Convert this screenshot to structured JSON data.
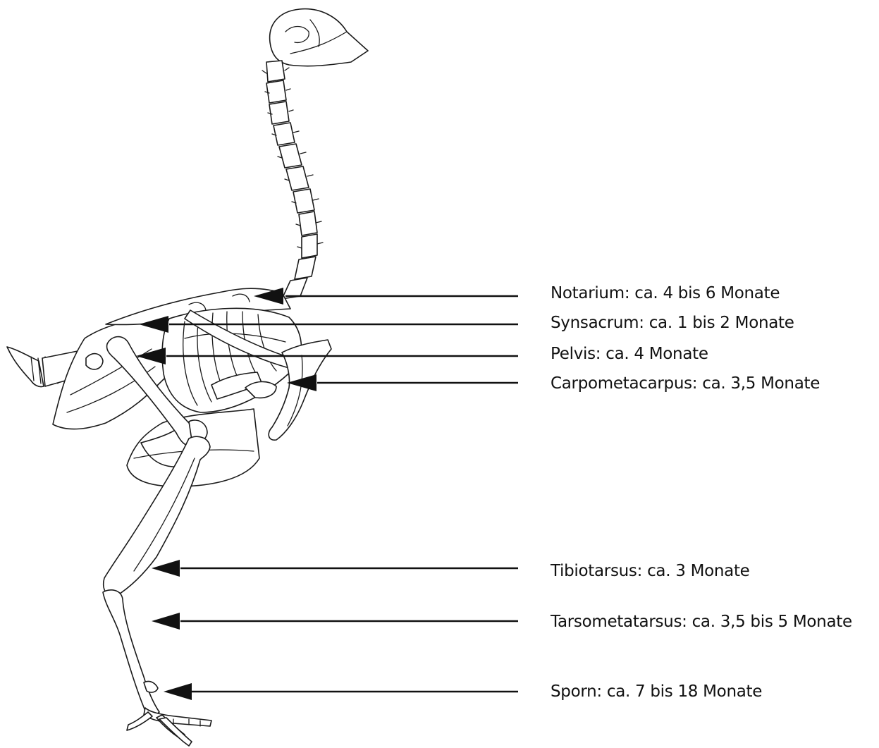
{
  "diagram": {
    "labels": [
      {
        "id": "notarium",
        "text": "Notarium: ca. 4 bis 6 Monate"
      },
      {
        "id": "synsacrum",
        "text": "Synsacrum: ca. 1 bis 2 Monate"
      },
      {
        "id": "pelvis",
        "text": "Pelvis: ca. 4 Monate"
      },
      {
        "id": "carpometacarpus",
        "text": "Carpometacarpus: ca. 3,5 Monate"
      },
      {
        "id": "tibiotarsus",
        "text": "Tibiotarsus: ca. 3 Monate"
      },
      {
        "id": "tarsometatarsus",
        "text": "Tarsometatarsus: ca. 3,5 bis 5 Monate"
      },
      {
        "id": "sporn",
        "text": "Sporn: ca. 7 bis 18 Monate"
      }
    ],
    "colors": {
      "line": "#111111",
      "background": "#ffffff"
    }
  }
}
